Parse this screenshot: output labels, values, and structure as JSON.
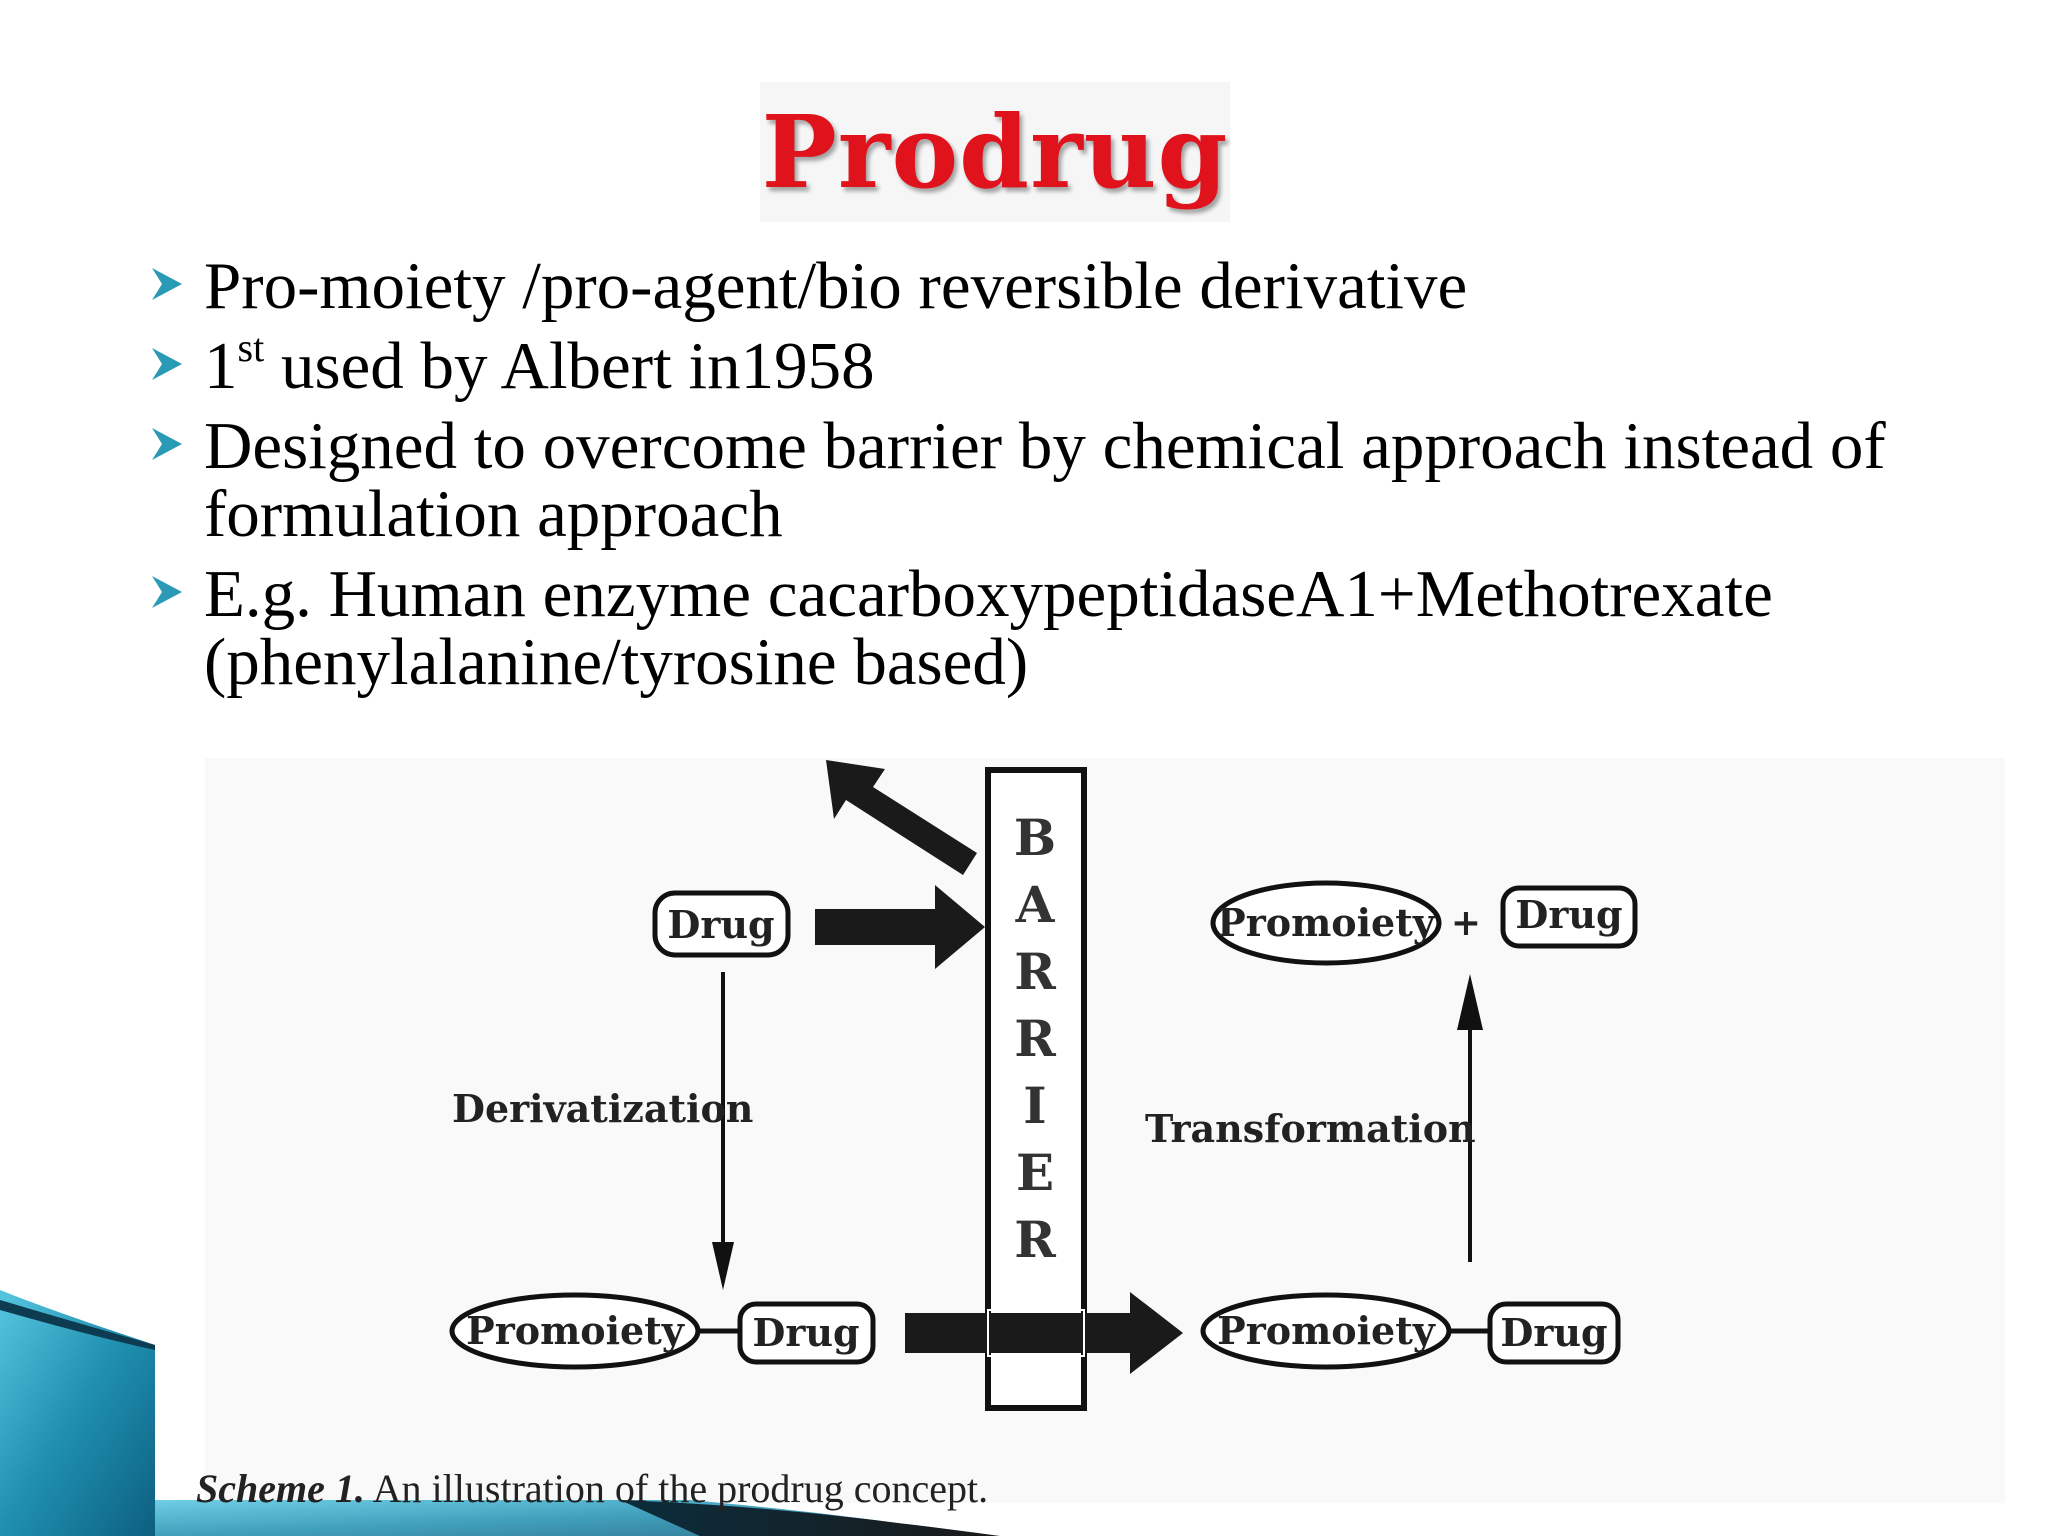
{
  "slide": {
    "title": "Prodrug",
    "bullets": [
      {
        "text": "Pro-moiety /pro-agent/bio reversible derivative"
      },
      {
        "pre": "1",
        "sup": "st",
        "post": " used by Albert in1958"
      },
      {
        "text": "Designed to overcome barrier by chemical approach instead of formulation approach"
      },
      {
        "text": "E.g. Human enzyme cacarboxypeptidaseA1+Methotrexate (phenylalanine/tyrosine based)"
      }
    ],
    "bullet_icon": "arrowhead-bullet-icon",
    "accent_color": "#2a9ab6",
    "title_color": "#e0121c"
  },
  "diagram": {
    "barrier_letters": [
      "B",
      "A",
      "R",
      "R",
      "I",
      "E",
      "R"
    ],
    "drug_label": "Drug",
    "promoiety_label": "Promoiety",
    "plus_sign": "+",
    "derivatization_label": "Derivatization",
    "transformation_label": "Transformation",
    "caption_label": "Scheme 1.",
    "caption_text": "An illustration of the prodrug concept."
  }
}
